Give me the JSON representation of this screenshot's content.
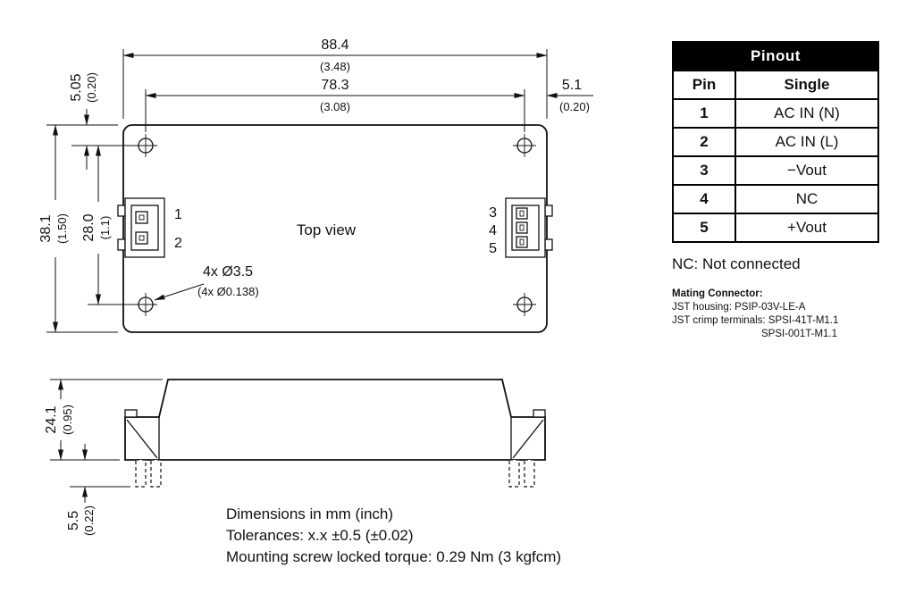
{
  "top_view": {
    "label": "Top view",
    "pins": {
      "p1": "1",
      "p2": "2",
      "p3": "3",
      "p4": "4",
      "p5": "5"
    },
    "dims": {
      "overall_width": {
        "mm": "88.4",
        "inch": "(3.48)"
      },
      "hole_span_x": {
        "mm": "78.3",
        "inch": "(3.08)"
      },
      "hole_offset_x": {
        "mm": "5.1",
        "inch": "(0.20)"
      },
      "hole_offset_y": {
        "mm": "5.05",
        "inch": "(0.20)"
      },
      "overall_height": {
        "mm": "38.1",
        "inch": "(1.50)"
      },
      "hole_span_y": {
        "mm": "28.0",
        "inch": "(1.1)"
      },
      "hole_callout": {
        "mm": "4x Ø3.5",
        "inch": "(4x Ø0.138)"
      }
    }
  },
  "side_view": {
    "dims": {
      "body_height": {
        "mm": "24.1",
        "inch": "(0.95)"
      },
      "pin_length": {
        "mm": "5.5",
        "inch": "(0.22)"
      }
    }
  },
  "notes": {
    "line1": "Dimensions in mm (inch)",
    "line2": "Tolerances: x.x ±0.5 (±0.02)",
    "line3": "Mounting screw locked torque: 0.29 Nm (3 kgfcm)"
  },
  "pinout": {
    "title": "Pinout",
    "columns": [
      "Pin",
      "Single"
    ],
    "rows": [
      {
        "pin": "1",
        "signal": "AC IN (N)"
      },
      {
        "pin": "2",
        "signal": "AC IN (L)"
      },
      {
        "pin": "3",
        "signal": "−Vout"
      },
      {
        "pin": "4",
        "signal": "NC"
      },
      {
        "pin": "5",
        "signal": "+Vout"
      }
    ],
    "nc_note": "NC: Not connected"
  },
  "mating_connector": {
    "title": "Mating Connector:",
    "line1": "JST housing: PSIP-03V-LE-A",
    "line2": "JST crimp terminals: SPSI-41T-M1.1",
    "line3": "SPSI-001T-M1.1"
  },
  "colors": {
    "line": "#111111",
    "header_bg": "#000000",
    "header_text": "#ffffff"
  }
}
